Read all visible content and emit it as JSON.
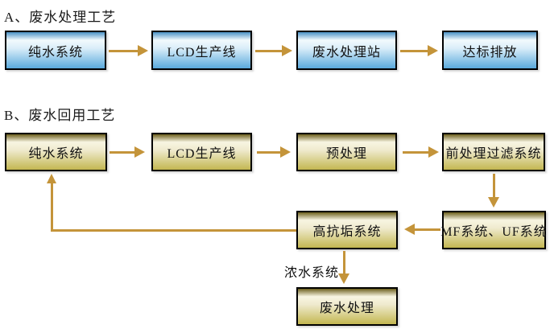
{
  "colors": {
    "arrow": "#c4943a",
    "box_border": "#000000",
    "blue_gradient_top": "#4b92c6",
    "blue_gradient_light": "#f2fafd",
    "blue_gradient_bottom": "#5aa9dc",
    "khaki_gradient_top": "#6d601e",
    "khaki_gradient_light": "#f8f5e2",
    "khaki_gradient_bottom": "#c3b751"
  },
  "flow_a": {
    "heading": "A、废水处理工艺",
    "nodes": [
      "纯水系统",
      "LCD生产线",
      "废水处理站",
      "达标排放"
    ]
  },
  "flow_b": {
    "heading": "B、废水回用工艺",
    "nodes": [
      "纯水系统",
      "LCD生产线",
      "预处理",
      "前处理过滤系统",
      "MF系统、UF系统",
      "高抗垢系统",
      "废水处理"
    ],
    "edge_label": "浓水系统"
  }
}
